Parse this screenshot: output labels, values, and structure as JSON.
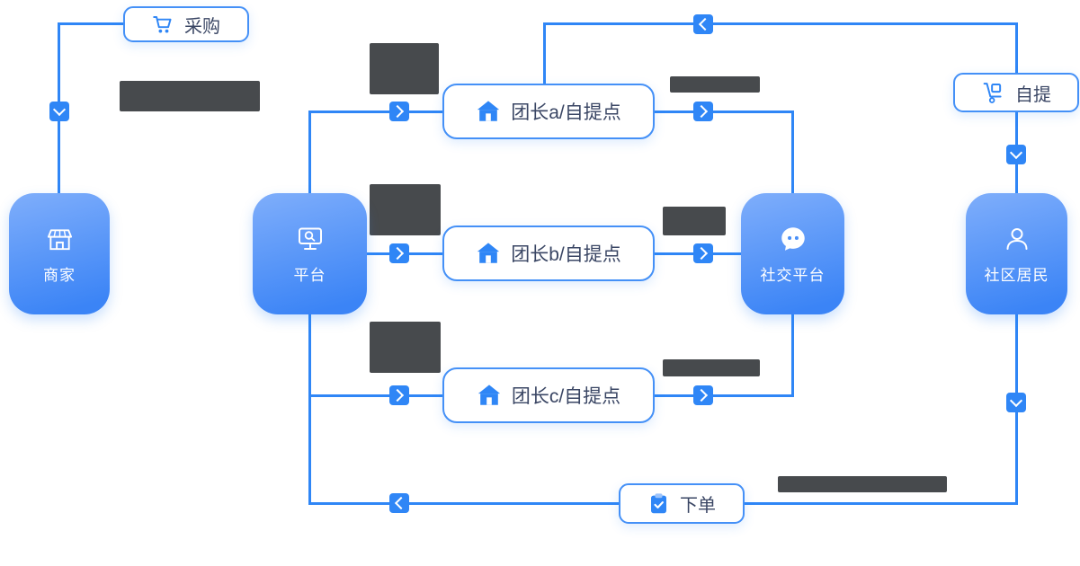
{
  "diagram": {
    "type": "flowchart",
    "background": "#ffffff",
    "nodes": [
      {
        "id": "merchant",
        "label": "商家",
        "icon": "storefront-icon"
      },
      {
        "id": "platform",
        "label": "平台",
        "icon": "monitor-search-icon"
      },
      {
        "id": "social-platform",
        "label": "社交平台",
        "icon": "chat-bubble-icon"
      },
      {
        "id": "community-residents",
        "label": "社区居民",
        "icon": "person-icon"
      }
    ],
    "steps": [
      {
        "id": "procurement",
        "label": "采购",
        "icon": "shopping-cart-icon"
      },
      {
        "id": "leader-a",
        "label": "团长a/自提点",
        "icon": "house-icon"
      },
      {
        "id": "leader-b",
        "label": "团长b/自提点",
        "icon": "house-icon"
      },
      {
        "id": "leader-c",
        "label": "团长c/自提点",
        "icon": "house-icon"
      },
      {
        "id": "self-pickup",
        "label": "自提",
        "icon": "trolley-icon"
      },
      {
        "id": "place-order",
        "label": "下单",
        "icon": "clipboard-icon"
      }
    ],
    "redacted_blocks": {
      "count": 8,
      "color": "#474A4D"
    },
    "arrow_markers": {
      "count": 11,
      "color": "#2F86F6",
      "glyph_color": "#FFFFFF"
    }
  },
  "colors": {
    "accent": "#2F86F6",
    "pill-border": "#4490F7",
    "pill-text": "#3A4664",
    "node-grad-start": "#7FAEFB",
    "node-grad-end": "#3B84F6",
    "redacted": "#474A4D"
  }
}
